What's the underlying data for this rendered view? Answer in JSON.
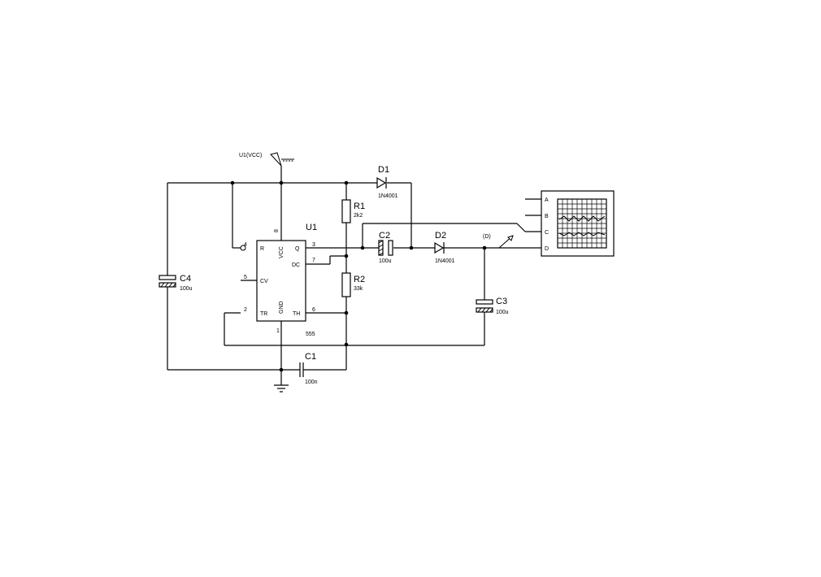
{
  "supply": {
    "label": "U1(VCC)"
  },
  "u1": {
    "ref": "U1",
    "part": "555",
    "pins": {
      "R": "R",
      "VCC": "VCC",
      "Q": "Q",
      "DC": "DC",
      "CV": "CV",
      "TR": "TR",
      "GND": "GND",
      "TH": "TH"
    },
    "pin_numbers": {
      "n1": "1",
      "n2": "2",
      "n3": "3",
      "n4": "4",
      "n5": "5",
      "n6": "6",
      "n7": "7",
      "n8": "8"
    }
  },
  "r1": {
    "ref": "R1",
    "value": "2k2"
  },
  "r2": {
    "ref": "R2",
    "value": "33k"
  },
  "c1": {
    "ref": "C1",
    "value": "100n"
  },
  "c2": {
    "ref": "C2",
    "value": "100u"
  },
  "c3": {
    "ref": "C3",
    "value": "100u"
  },
  "c4": {
    "ref": "C4",
    "value": "100u"
  },
  "d1": {
    "ref": "D1",
    "value": "1N4001"
  },
  "d2": {
    "ref": "D2",
    "value": "1N4001"
  },
  "probe": {
    "label": "(D)"
  },
  "scope": {
    "channels": [
      "A",
      "B",
      "C",
      "D"
    ]
  }
}
